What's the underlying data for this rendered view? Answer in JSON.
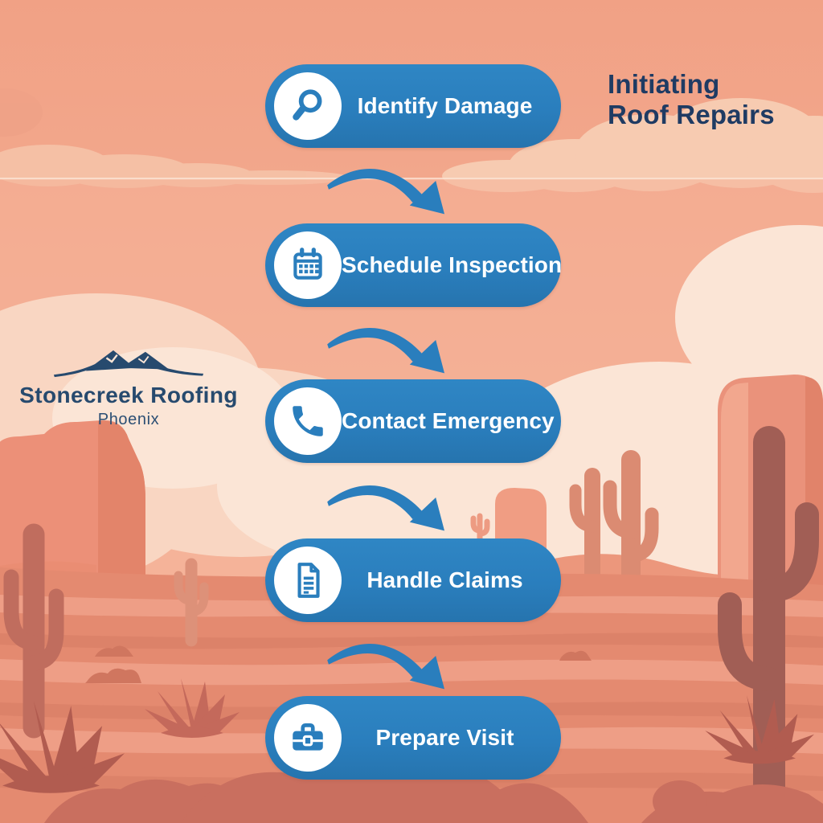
{
  "title": {
    "line1": "Initiating",
    "line2": "Roof Repairs"
  },
  "logo": {
    "company": "Stonecreek Roofing",
    "location": "Phoenix",
    "mark": "mountain-range-icon"
  },
  "flow": {
    "steps": [
      {
        "label": "Identify Damage",
        "icon": "magnifier-icon"
      },
      {
        "label": "Schedule Inspection",
        "icon": "calendar-icon"
      },
      {
        "label": "Contact Emergency",
        "icon": "phone-icon"
      },
      {
        "label": "Handle Claims",
        "icon": "document-icon"
      },
      {
        "label": "Prepare Visit",
        "icon": "toolbox-icon"
      }
    ],
    "connector": "curved-arrow-icon"
  },
  "colors": {
    "pill_blue": "#2a7ebd",
    "pill_text": "#ffffff",
    "icon_circle": "#ffffff",
    "title_navy": "#1f3b63",
    "logo_navy": "#274a6e",
    "sky_top": "#f2a287",
    "sky_bottom": "#f6bda4",
    "cloud_cream": "#fbe5d6",
    "mesa_salmon": "#ec9078",
    "cactus_dark": "#a15e55",
    "cactus_mid": "#db8b72",
    "desert_floor": "#e48a70",
    "flora_dark": "#b15c50"
  }
}
